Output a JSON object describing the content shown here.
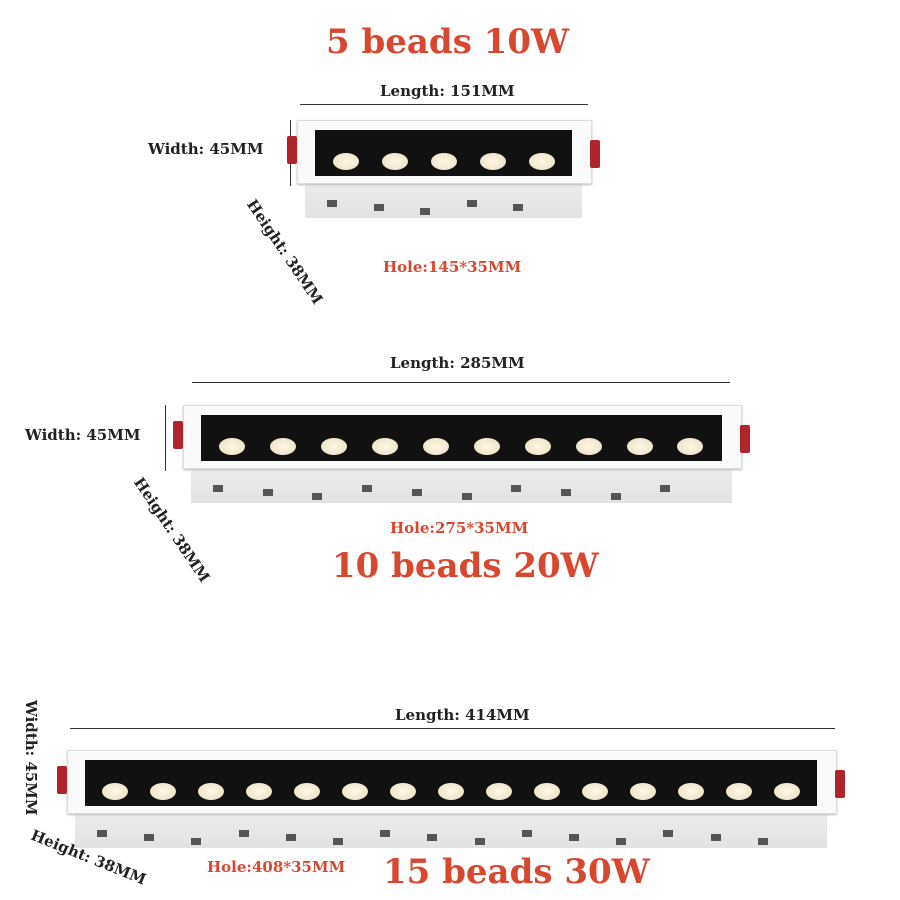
{
  "products": [
    {
      "title": "5 beads 10W",
      "length": "Length: 151MM",
      "width": "Width: 45MM",
      "height": "Height: 38MM",
      "hole": "Hole:145*35MM",
      "beads": 5
    },
    {
      "title": "10 beads 20W",
      "length": "Length: 285MM",
      "width": "Width: 45MM",
      "height": "Height: 38MM",
      "hole": "Hole:275*35MM",
      "beads": 10
    },
    {
      "title": "15 beads 30W",
      "length": "Length: 414MM",
      "width": "Width: 45MM",
      "height": "Height: 38MM",
      "hole": "Hole:408*35MM",
      "beads": 15
    }
  ],
  "colors": {
    "accent": "#d9472f",
    "clip": "#b0242c"
  }
}
